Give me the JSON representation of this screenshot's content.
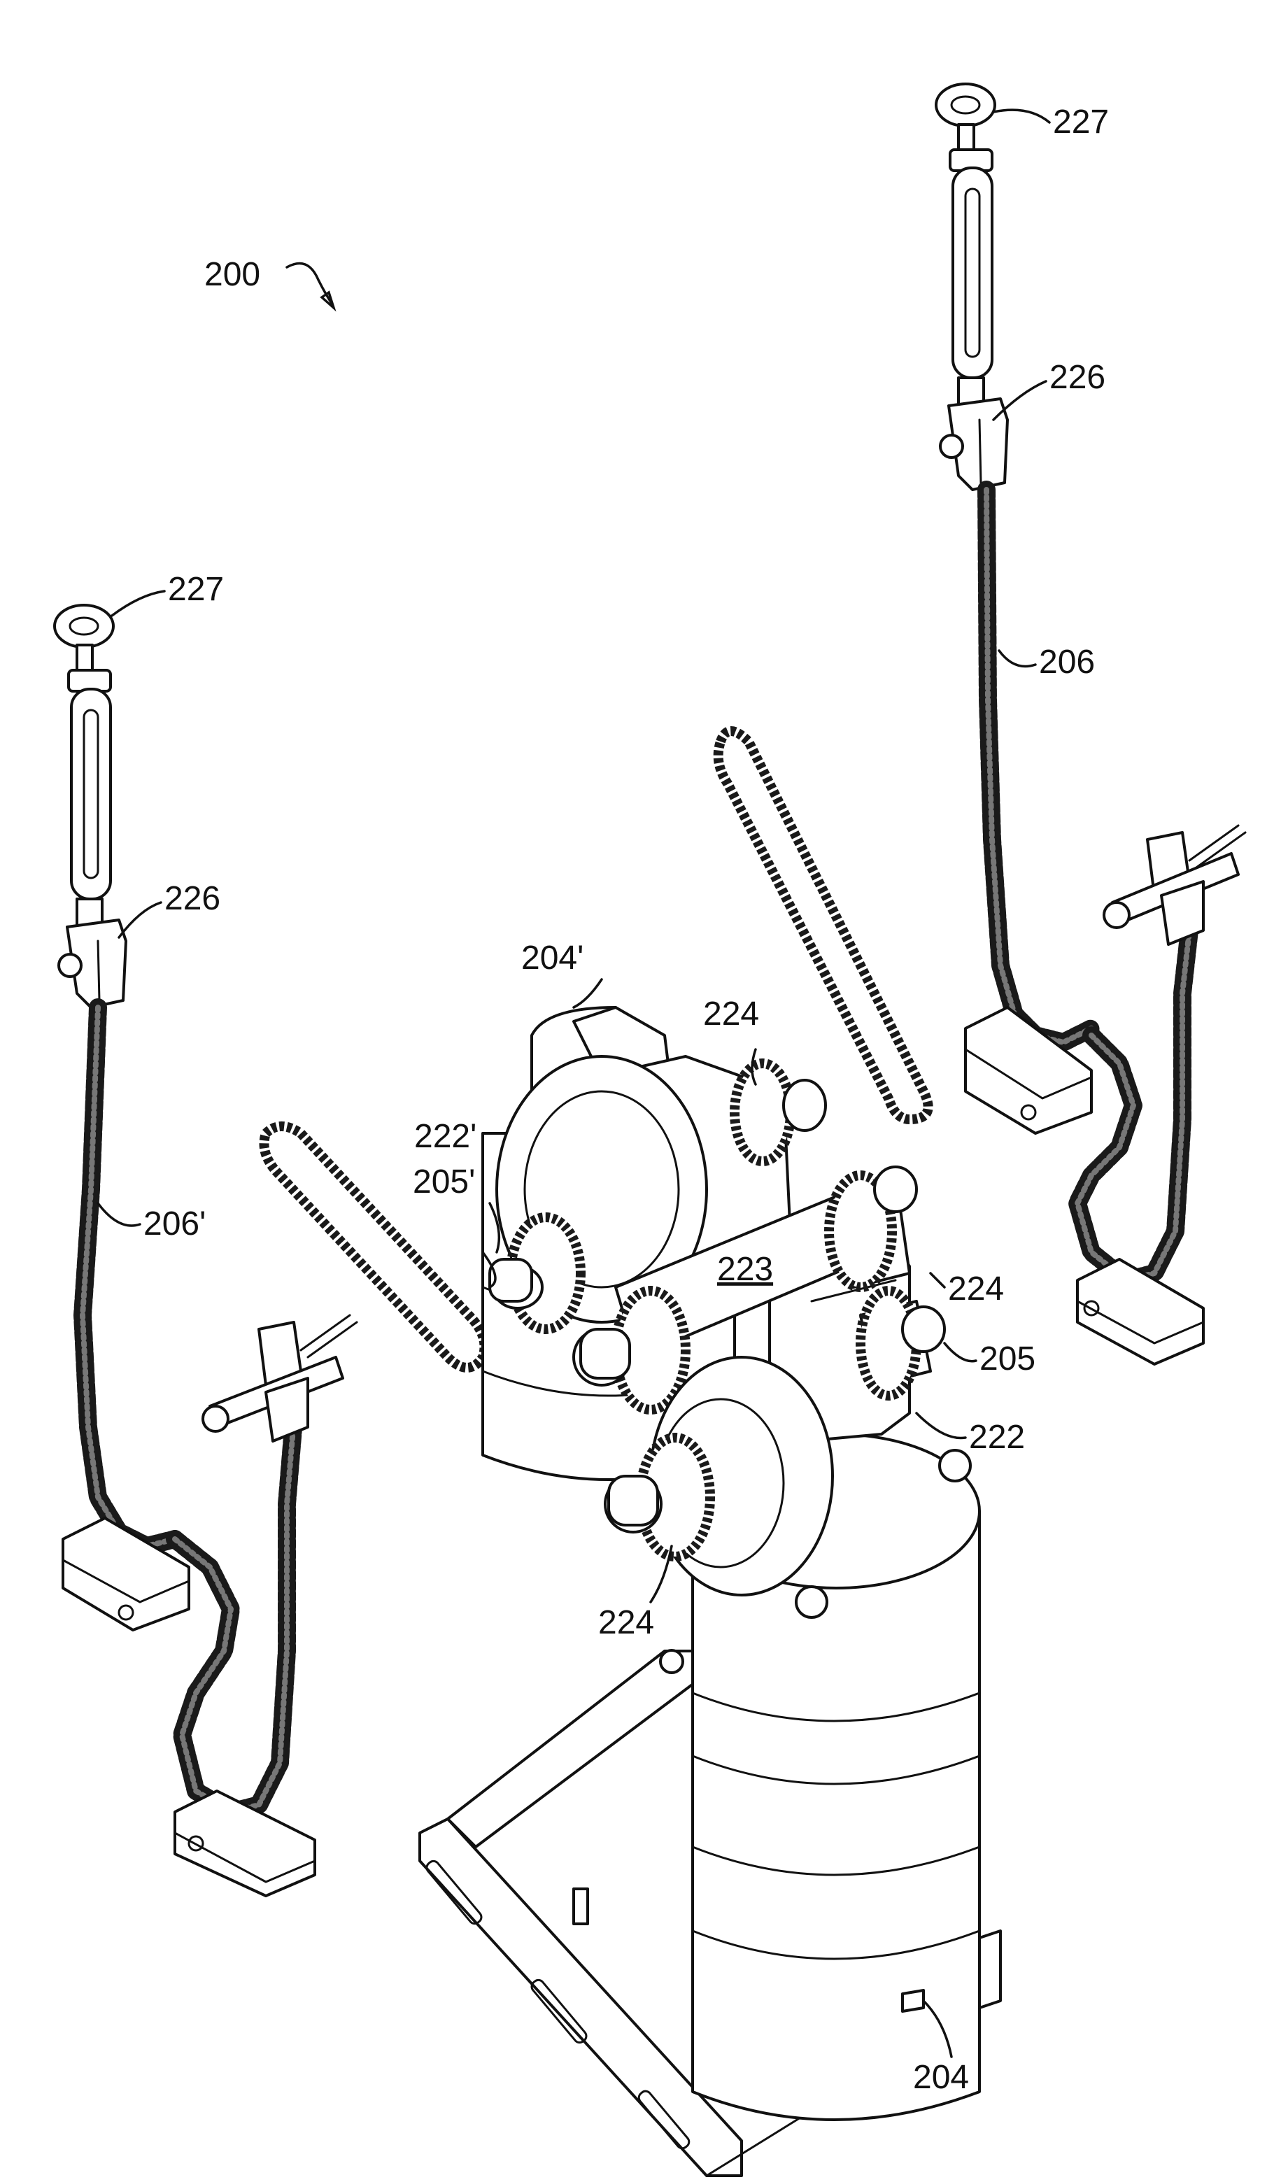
{
  "figure": {
    "labels": {
      "assembly": "200",
      "eye_right": "227",
      "shackle_right": "226",
      "chain_right": "206",
      "eye_left": "227",
      "shackle_left": "226",
      "chain_left": "206'",
      "motor_upper": "204'",
      "sprocket_top": "224",
      "sprocket_upper_prime": "222'",
      "shaft_prime": "205'",
      "shaft_tube": "223",
      "sprocket_right": "224",
      "shaft": "205",
      "sprocket_lower": "222",
      "sprocket_bottom": "224",
      "motor_lower": "204"
    }
  }
}
